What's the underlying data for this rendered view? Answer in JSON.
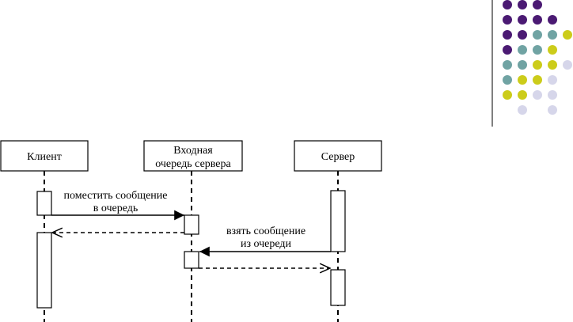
{
  "decoration": {
    "dot_palette": {
      "purple": "#4b1a73",
      "teal": "#70a3a3",
      "yellow": "#cccc1a",
      "lavender": "#d6d6ea"
    },
    "dot_rows": [
      [
        "purple",
        "purple",
        "purple",
        "",
        ""
      ],
      [
        "purple",
        "purple",
        "purple",
        "purple",
        ""
      ],
      [
        "purple",
        "purple",
        "teal",
        "teal",
        "yellow"
      ],
      [
        "purple",
        "teal",
        "teal",
        "yellow",
        ""
      ],
      [
        "teal",
        "teal",
        "yellow",
        "yellow",
        "lavender"
      ],
      [
        "teal",
        "yellow",
        "yellow",
        "lavender",
        ""
      ],
      [
        "yellow",
        "yellow",
        "lavender",
        "lavender",
        ""
      ],
      [
        "",
        "lavender",
        "",
        "lavender",
        ""
      ]
    ]
  },
  "diagram": {
    "participants": [
      {
        "id": "client",
        "label": "Клиент"
      },
      {
        "id": "queue",
        "label_line1": "Входная",
        "label_line2": "очередь сервера"
      },
      {
        "id": "server",
        "label": "Сервер"
      }
    ],
    "messages": [
      {
        "id": "put-message",
        "line1": "поместить сообщение",
        "line2": "в очередь"
      },
      {
        "id": "take-message",
        "line1": "взять сообщение",
        "line2": "из очереди"
      }
    ],
    "colors": {
      "line": "#000000",
      "box_fill": "#ffffff"
    }
  }
}
